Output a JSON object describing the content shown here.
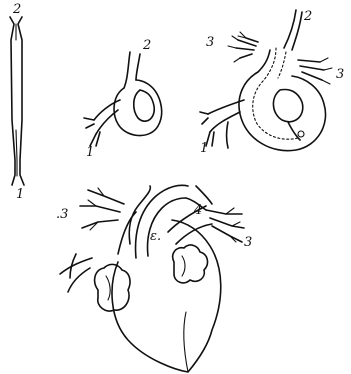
{
  "stages": [
    {
      "id": "stage-1",
      "labels": {
        "top": "2",
        "bottom": "1"
      }
    },
    {
      "id": "stage-2",
      "labels": {
        "top": "2",
        "bottom": "1"
      }
    },
    {
      "id": "stage-3",
      "labels": {
        "left_branch": "3",
        "top": "2",
        "right_branch": "3",
        "bottom": "1"
      }
    },
    {
      "id": "stage-4",
      "labels": {
        "left_branch": ".3",
        "upper_right": "4",
        "right_branch": "3",
        "center": "ε."
      }
    }
  ],
  "colors": {
    "ink": "#111111",
    "paper": "#ffffff"
  }
}
